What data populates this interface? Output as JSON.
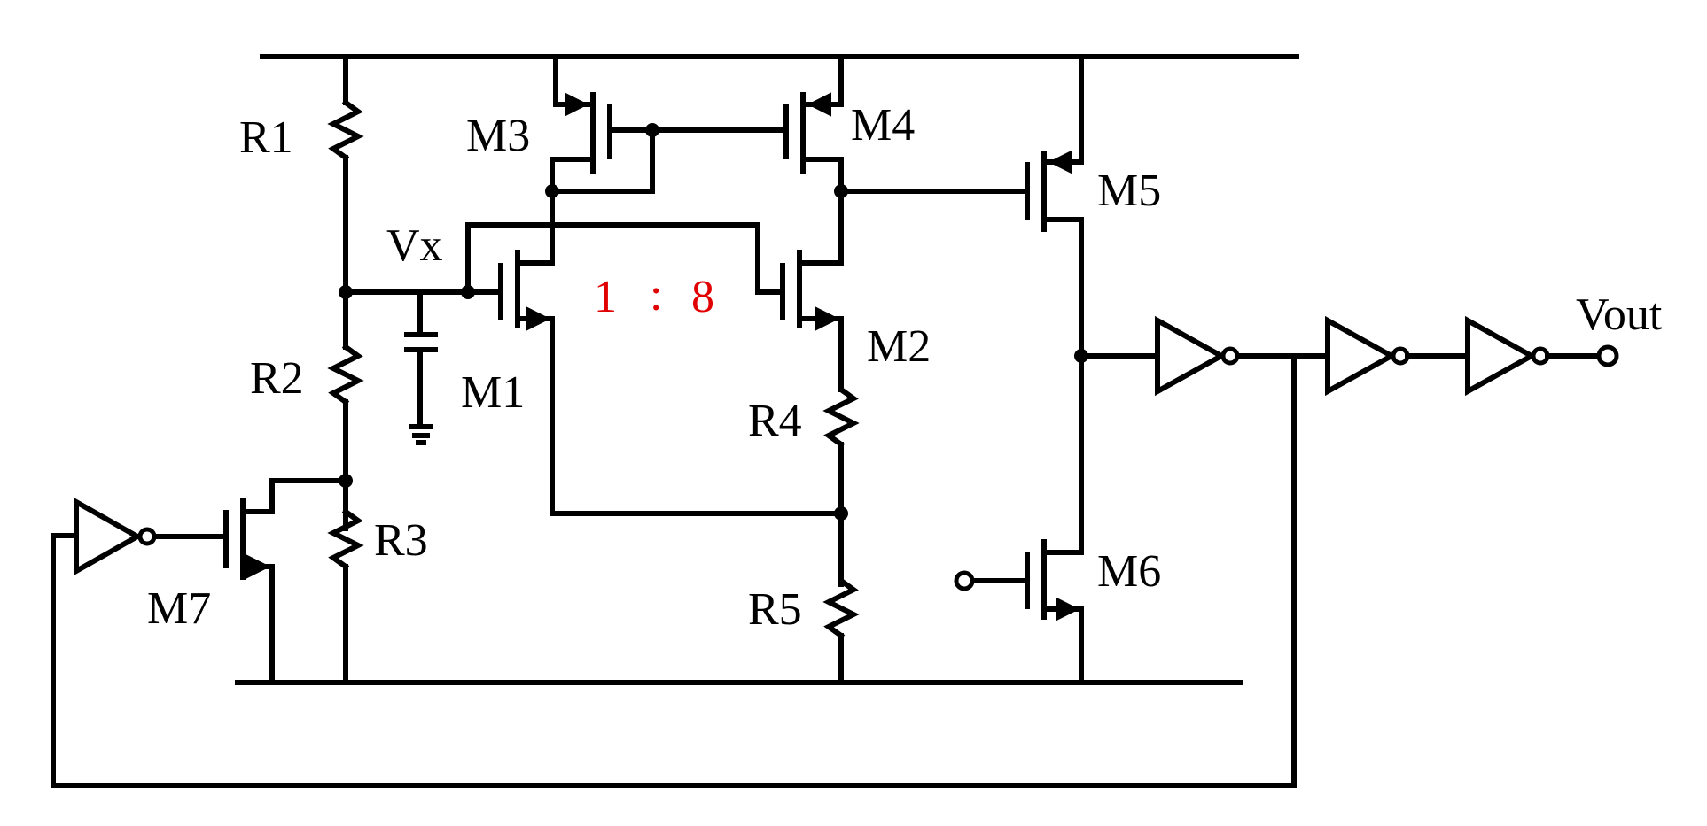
{
  "labels": {
    "r1": "R1",
    "r2": "R2",
    "r3": "R3",
    "r4": "R4",
    "r5": "R5",
    "m1": "M1",
    "m2": "M2",
    "m3": "M3",
    "m4": "M4",
    "m5": "M5",
    "m6": "M6",
    "m7": "M7",
    "vx": "Vx",
    "vout": "Vout"
  },
  "ratio": {
    "left": "1",
    "colon": ":",
    "right": "8",
    "color": "#e00000"
  }
}
